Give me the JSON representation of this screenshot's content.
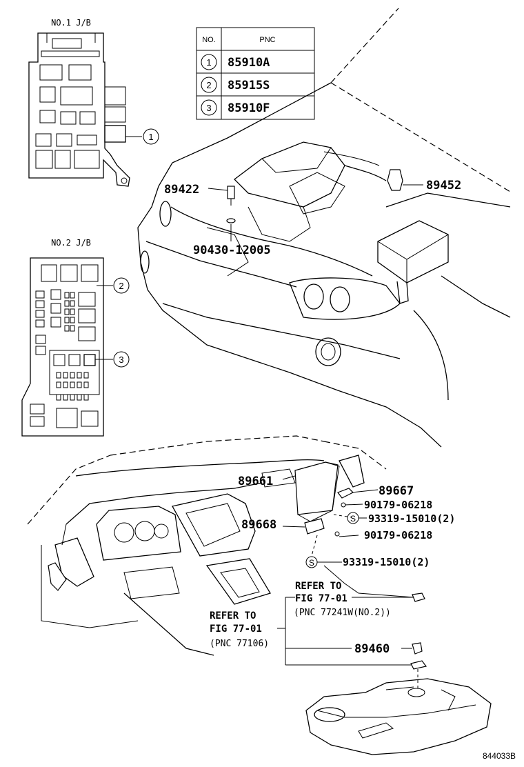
{
  "parts_table": {
    "headers": [
      "NO.",
      "PNC"
    ],
    "rows": [
      {
        "no": "1",
        "pnc": "85910A"
      },
      {
        "no": "2",
        "pnc": "85915S"
      },
      {
        "no": "3",
        "pnc": "85910F"
      }
    ]
  },
  "junction_blocks": {
    "jb1_label": "NO.1 J/B",
    "jb2_label": "NO.2 J/B"
  },
  "callouts": {
    "c1": "1",
    "c2": "2",
    "c3": "3"
  },
  "part_numbers": {
    "p89422": "89422",
    "p89452": "89452",
    "p90430": "90430-12005",
    "p89661": "89661",
    "p89667": "89667",
    "p90179a": "90179-06218",
    "p93319a": "93319-15010(2)",
    "p89668": "89668",
    "p90179b": "90179-06218",
    "p93319b": "93319-15010(2)",
    "p89460": "89460"
  },
  "symbols": {
    "s_mark": "S"
  },
  "refer_notes": {
    "a_line1": "REFER TO",
    "a_line2": "FIG 77-01",
    "a_line3": "(PNC 77241W(NO.2))",
    "b_line1": "REFER TO",
    "b_line2": "FIG 77-01",
    "b_line3": "(PNC 77106)"
  },
  "figure_id": "844033B"
}
